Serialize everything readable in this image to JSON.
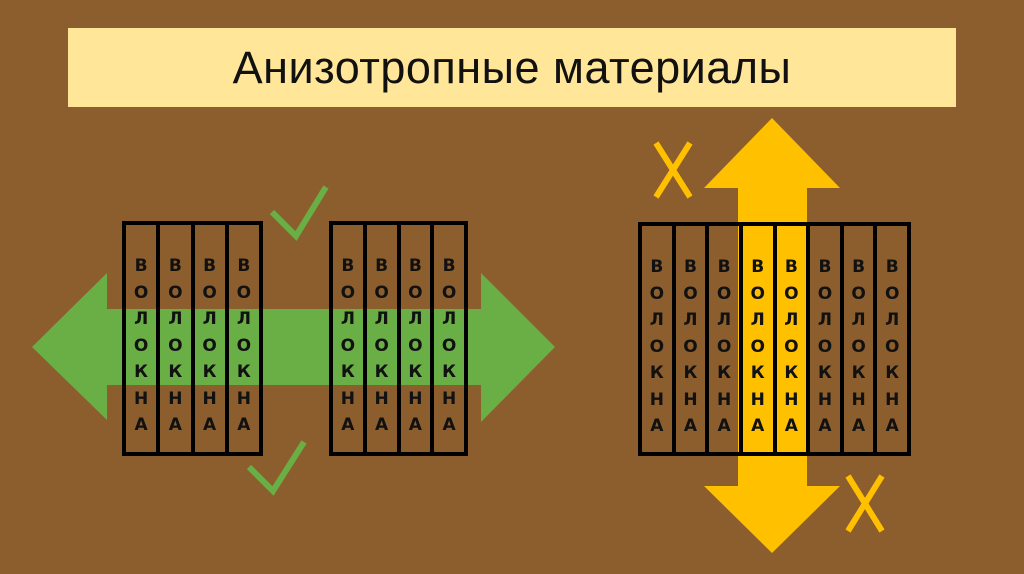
{
  "title": "Анизотропные материалы",
  "colors": {
    "background": "#8C5E2E",
    "title_background": "#FFE699",
    "allowed_arrow": "#6AAF45",
    "forbidden_arrow": "#FFC000",
    "fiber_border": "#000000"
  },
  "fiber_letters": [
    "В",
    "О",
    "Л",
    "О",
    "К",
    "Н",
    "А"
  ],
  "left_group": {
    "arrow_direction": "horizontal",
    "arrow_color": "green",
    "marks": [
      "✓",
      "✓"
    ],
    "boxes": [
      {
        "fibers": 4,
        "highlighted": []
      },
      {
        "fibers": 4,
        "highlighted": []
      }
    ]
  },
  "right_group": {
    "arrow_direction": "vertical",
    "arrow_color": "yellow",
    "marks": [
      "X",
      "X"
    ],
    "boxes": [
      {
        "fibers": 8,
        "highlighted": [
          3,
          4
        ]
      }
    ]
  },
  "labels": {
    "mark_allowed": "✓",
    "mark_forbidden": "X"
  }
}
